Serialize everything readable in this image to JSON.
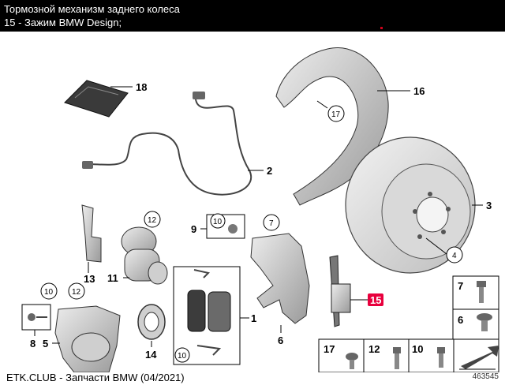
{
  "header": {
    "title": "Тормозной механизм заднего колеса",
    "subtitle": "15 - Зажим BMW Design;"
  },
  "footer": {
    "source": "ETK.CLUB - Запчасти BMW (04/2021)",
    "diagram_number": "463545"
  },
  "callouts": {
    "c1": "1",
    "c2": "2",
    "c3": "3",
    "c4": "4",
    "c5": "5",
    "c6": "6",
    "c7": "7",
    "c7b": "7",
    "c8": "8",
    "c9": "9",
    "c10a": "10",
    "c10b": "10",
    "c10c": "10",
    "c10d": "10",
    "c11": "11",
    "c12a": "12",
    "c12b": "12",
    "c12c": "12",
    "c13": "13",
    "c14": "14",
    "c15": "15",
    "c16": "16",
    "c17a": "17",
    "c17b": "17",
    "c18": "18",
    "c6b": "6"
  },
  "colors": {
    "highlight": "#e8003d",
    "header_bg": "#000000"
  }
}
